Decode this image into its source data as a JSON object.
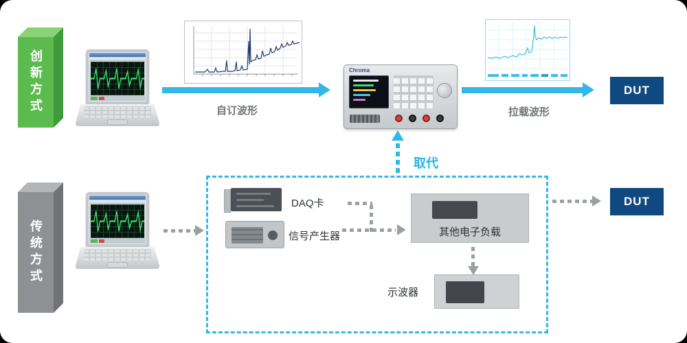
{
  "colors": {
    "accent_cyan": "#33b7e6",
    "dut_navy": "#10497f",
    "innovation_green": "#5cbb4f",
    "traditional_gray": "#8f9093",
    "dotted_gray": "#9ba0a4"
  },
  "innovation": {
    "method_label": "创新方式",
    "custom_waveform_label": "自订波形",
    "load_waveform_label": "拉载波形",
    "dut_label": "DUT"
  },
  "instrument": {
    "brand": "Chroma"
  },
  "replace_label": "取代",
  "traditional": {
    "method_label": "传统方式",
    "daq_card_label": "DAQ卡",
    "signal_generator_label": "信号产生器",
    "other_load_label": "其他电子负载",
    "oscilloscope_label": "示波器",
    "dut_label": "DUT"
  }
}
